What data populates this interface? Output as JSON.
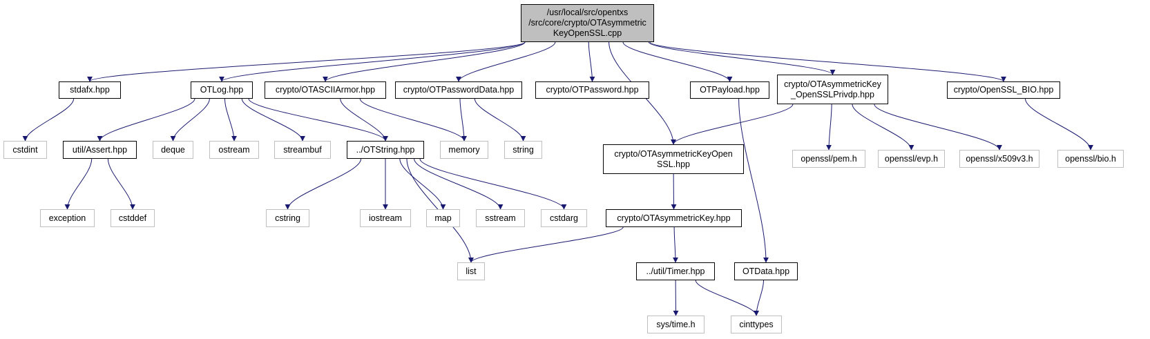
{
  "diagram": {
    "title": "Include dependency graph for OTAsymmetricKeyOpenSSL.cpp",
    "edge_color": "#191970",
    "root_fill": "#bfbfbf",
    "documented_border": "#000000",
    "system_border": "#bfbfbf",
    "nodes": [
      {
        "id": "root",
        "label": "/usr/local/src/opentxs\n/src/core/crypto/OTAsymmetric\nKeyOpenSSL.cpp",
        "kind": "root"
      },
      {
        "id": "stdafx",
        "label": "stdafx.hpp",
        "kind": "doc"
      },
      {
        "id": "otlog",
        "label": "OTLog.hpp",
        "kind": "doc"
      },
      {
        "id": "asciiarmor",
        "label": "crypto/OTASCIIArmor.hpp",
        "kind": "doc"
      },
      {
        "id": "passworddata",
        "label": "crypto/OTPasswordData.hpp",
        "kind": "doc"
      },
      {
        "id": "password",
        "label": "crypto/OTPassword.hpp",
        "kind": "doc"
      },
      {
        "id": "payload",
        "label": "OTPayload.hpp",
        "kind": "doc"
      },
      {
        "id": "privdp",
        "label": "crypto/OTAsymmetricKey\n_OpenSSLPrivdp.hpp",
        "kind": "doc"
      },
      {
        "id": "bio",
        "label": "crypto/OpenSSL_BIO.hpp",
        "kind": "doc"
      },
      {
        "id": "cstdint",
        "label": "cstdint",
        "kind": "sys"
      },
      {
        "id": "assert",
        "label": "util/Assert.hpp",
        "kind": "doc"
      },
      {
        "id": "deque",
        "label": "deque",
        "kind": "sys"
      },
      {
        "id": "ostream",
        "label": "ostream",
        "kind": "sys"
      },
      {
        "id": "streambuf",
        "label": "streambuf",
        "kind": "sys"
      },
      {
        "id": "otstring",
        "label": "../OTString.hpp",
        "kind": "doc"
      },
      {
        "id": "memory",
        "label": "memory",
        "kind": "sys"
      },
      {
        "id": "string",
        "label": "string",
        "kind": "sys"
      },
      {
        "id": "keyopenssl",
        "label": "crypto/OTAsymmetricKeyOpen\nSSL.hpp",
        "kind": "doc"
      },
      {
        "id": "pem",
        "label": "openssl/pem.h",
        "kind": "sys"
      },
      {
        "id": "evp",
        "label": "openssl/evp.h",
        "kind": "sys"
      },
      {
        "id": "x509v3",
        "label": "openssl/x509v3.h",
        "kind": "sys"
      },
      {
        "id": "biohdr",
        "label": "openssl/bio.h",
        "kind": "sys"
      },
      {
        "id": "exception",
        "label": "exception",
        "kind": "sys"
      },
      {
        "id": "cstddef",
        "label": "cstddef",
        "kind": "sys"
      },
      {
        "id": "cstring",
        "label": "cstring",
        "kind": "sys"
      },
      {
        "id": "iostream",
        "label": "iostream",
        "kind": "sys"
      },
      {
        "id": "map",
        "label": "map",
        "kind": "sys"
      },
      {
        "id": "sstream",
        "label": "sstream",
        "kind": "sys"
      },
      {
        "id": "cstdarg",
        "label": "cstdarg",
        "kind": "sys"
      },
      {
        "id": "asymkey",
        "label": "crypto/OTAsymmetricKey.hpp",
        "kind": "doc"
      },
      {
        "id": "list",
        "label": "list",
        "kind": "sys"
      },
      {
        "id": "timer",
        "label": "../util/Timer.hpp",
        "kind": "doc"
      },
      {
        "id": "otdata",
        "label": "OTData.hpp",
        "kind": "doc"
      },
      {
        "id": "systime",
        "label": "sys/time.h",
        "kind": "sys"
      },
      {
        "id": "cinttypes",
        "label": "cinttypes",
        "kind": "sys"
      }
    ],
    "edges": [
      [
        "root",
        "stdafx"
      ],
      [
        "root",
        "otlog"
      ],
      [
        "root",
        "asciiarmor"
      ],
      [
        "root",
        "passworddata"
      ],
      [
        "root",
        "password"
      ],
      [
        "root",
        "keyopenssl"
      ],
      [
        "root",
        "payload"
      ],
      [
        "root",
        "privdp"
      ],
      [
        "root",
        "bio"
      ],
      [
        "stdafx",
        "cstdint"
      ],
      [
        "otlog",
        "assert"
      ],
      [
        "otlog",
        "deque"
      ],
      [
        "otlog",
        "ostream"
      ],
      [
        "otlog",
        "streambuf"
      ],
      [
        "otlog",
        "otstring"
      ],
      [
        "asciiarmor",
        "otstring"
      ],
      [
        "asciiarmor",
        "memory"
      ],
      [
        "passworddata",
        "memory"
      ],
      [
        "passworddata",
        "string"
      ],
      [
        "payload",
        "otdata"
      ],
      [
        "privdp",
        "keyopenssl"
      ],
      [
        "privdp",
        "pem"
      ],
      [
        "privdp",
        "evp"
      ],
      [
        "privdp",
        "x509v3"
      ],
      [
        "bio",
        "biohdr"
      ],
      [
        "assert",
        "exception"
      ],
      [
        "assert",
        "cstddef"
      ],
      [
        "otstring",
        "cstring"
      ],
      [
        "otstring",
        "list"
      ],
      [
        "otstring",
        "iostream"
      ],
      [
        "otstring",
        "map"
      ],
      [
        "otstring",
        "sstream"
      ],
      [
        "otstring",
        "cstdarg"
      ],
      [
        "keyopenssl",
        "asymkey"
      ],
      [
        "asymkey",
        "list"
      ],
      [
        "asymkey",
        "timer"
      ],
      [
        "timer",
        "systime"
      ],
      [
        "timer",
        "cinttypes"
      ],
      [
        "otdata",
        "cinttypes"
      ]
    ]
  }
}
